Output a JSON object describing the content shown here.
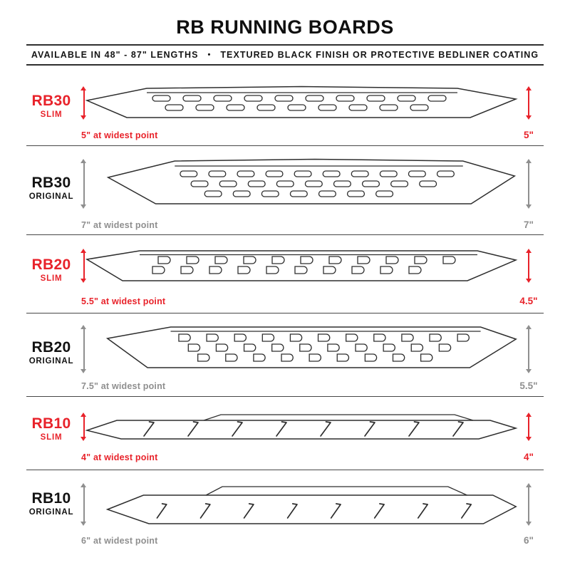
{
  "header": {
    "title": "RB RUNNING BOARDS",
    "subtitle_left": "AVAILABLE IN 48\" - 87\" LENGTHS",
    "subtitle_sep": "•",
    "subtitle_right": "TEXTURED BLACK FINISH OR PROTECTIVE BEDLINER COATING"
  },
  "colors": {
    "accent": "#e8222a",
    "muted": "#8f8f8f",
    "line": "#2f2f2f"
  },
  "rows": [
    {
      "model": "RB30",
      "variant": "SLIM",
      "widest_label": "5\" at widest point",
      "height_label": "5\"",
      "finish": "slim",
      "pattern": "oval-slots"
    },
    {
      "model": "RB30",
      "variant": "ORIGINAL",
      "widest_label": "7\" at widest point",
      "height_label": "7\"",
      "finish": "original",
      "pattern": "oval-slots"
    },
    {
      "model": "RB20",
      "variant": "SLIM",
      "widest_label": "5.5\" at widest point",
      "height_label": "4.5\"",
      "finish": "slim",
      "pattern": "d-slots"
    },
    {
      "model": "RB20",
      "variant": "ORIGINAL",
      "widest_label": "7.5\" at widest point",
      "height_label": "5.5\"",
      "finish": "original",
      "pattern": "d-slots"
    },
    {
      "model": "RB10",
      "variant": "SLIM",
      "widest_label": "4\" at widest point",
      "height_label": "4\"",
      "finish": "slim",
      "pattern": "slash-treads"
    },
    {
      "model": "RB10",
      "variant": "ORIGINAL",
      "widest_label": "6\" at widest point",
      "height_label": "6\"",
      "finish": "original",
      "pattern": "slash-treads"
    }
  ]
}
